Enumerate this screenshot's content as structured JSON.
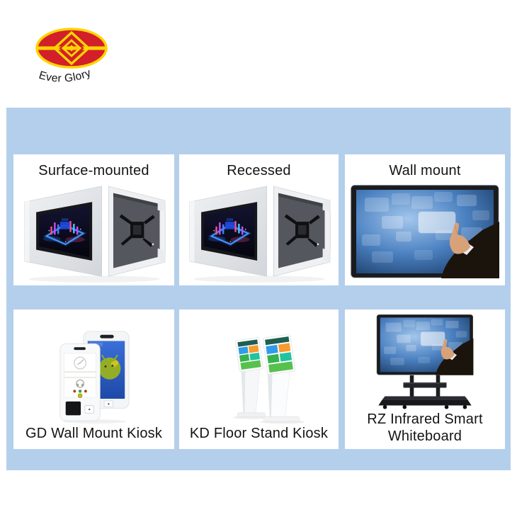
{
  "brand": {
    "name": "Ever Glory"
  },
  "colors": {
    "panel_background": "#b4cfec",
    "card_background": "#ffffff",
    "label_text": "#141414",
    "logo_red": "#d21f2a",
    "logo_yellow": "#ffd400"
  },
  "cards": {
    "surface_mounted": {
      "title": "Surface-mounted"
    },
    "recessed": {
      "title": "Recessed"
    },
    "wall_mount": {
      "title": "Wall mount"
    },
    "gd_wall_mount_kiosk": {
      "label": "GD Wall Mount Kiosk"
    },
    "kd_floor_stand_kiosk": {
      "label": "KD Floor Stand Kiosk"
    },
    "rz_infrared_smart_whiteboard": {
      "label": "RZ Infrared Smart Whiteboard"
    }
  }
}
